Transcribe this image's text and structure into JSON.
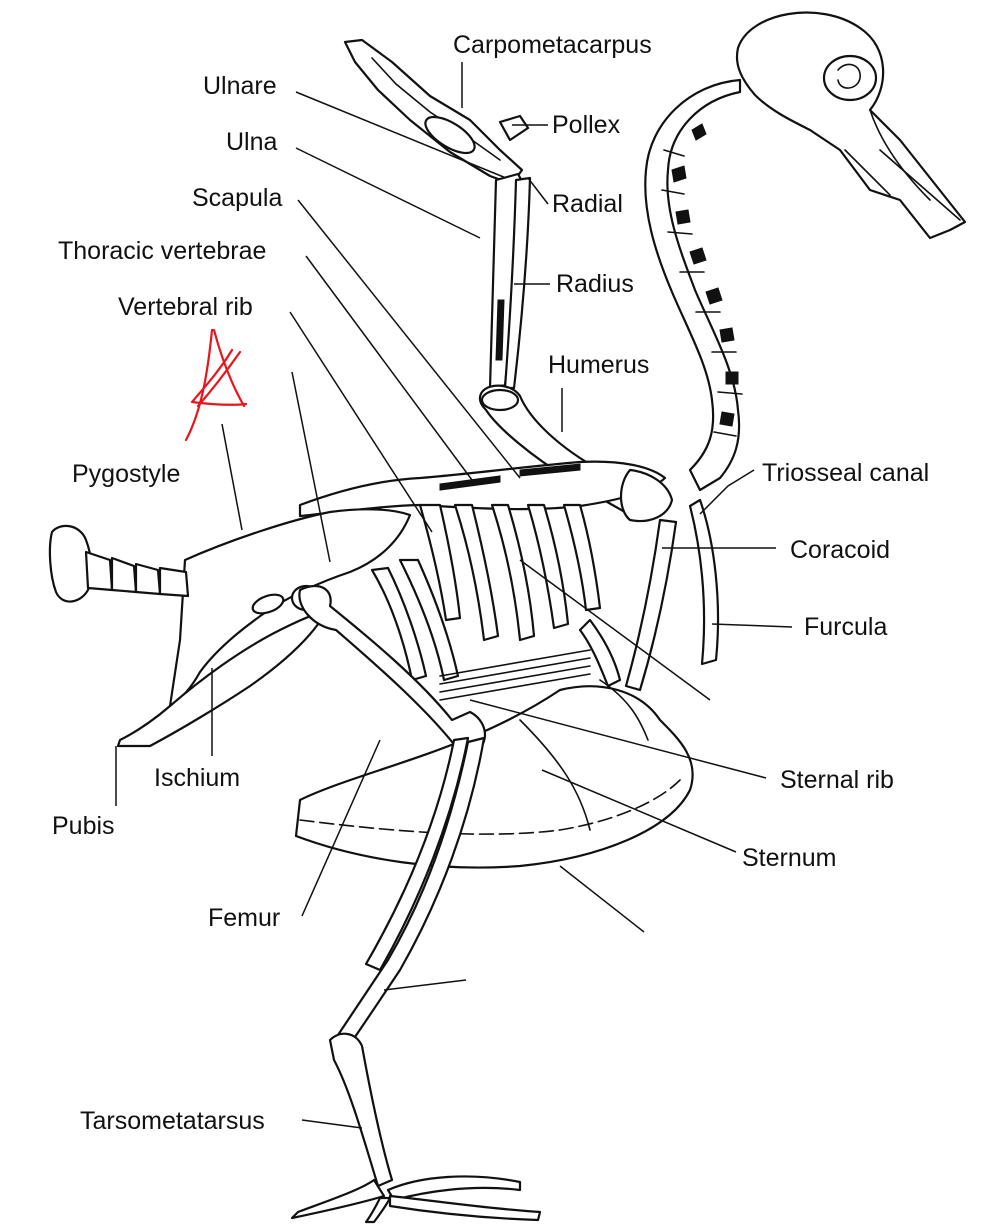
{
  "diagram": {
    "labels": {
      "carpometacarpus": "Carpometacarpus",
      "ulnare": "Ulnare",
      "pollex": "Pollex",
      "ulna": "Ulna",
      "radial": "Radial",
      "scapula": "Scapula",
      "thoracic_vertebrae": "Thoracic vertebrae",
      "radius": "Radius",
      "vertebral_rib": "Vertebral rib",
      "humerus": "Humerus",
      "pygostyle": "Pygostyle",
      "triosseal_canal": "Triosseal canal",
      "coracoid": "Coracoid",
      "furcula": "Furcula",
      "ischium": "Ischium",
      "sternal_rib": "Sternal rib",
      "pubis": "Pubis",
      "sternum": "Sternum",
      "femur": "Femur",
      "tarsometatarsus": "Tarsometatarsus"
    },
    "annotation_color": "#e8161c",
    "line_color": "#111111"
  }
}
